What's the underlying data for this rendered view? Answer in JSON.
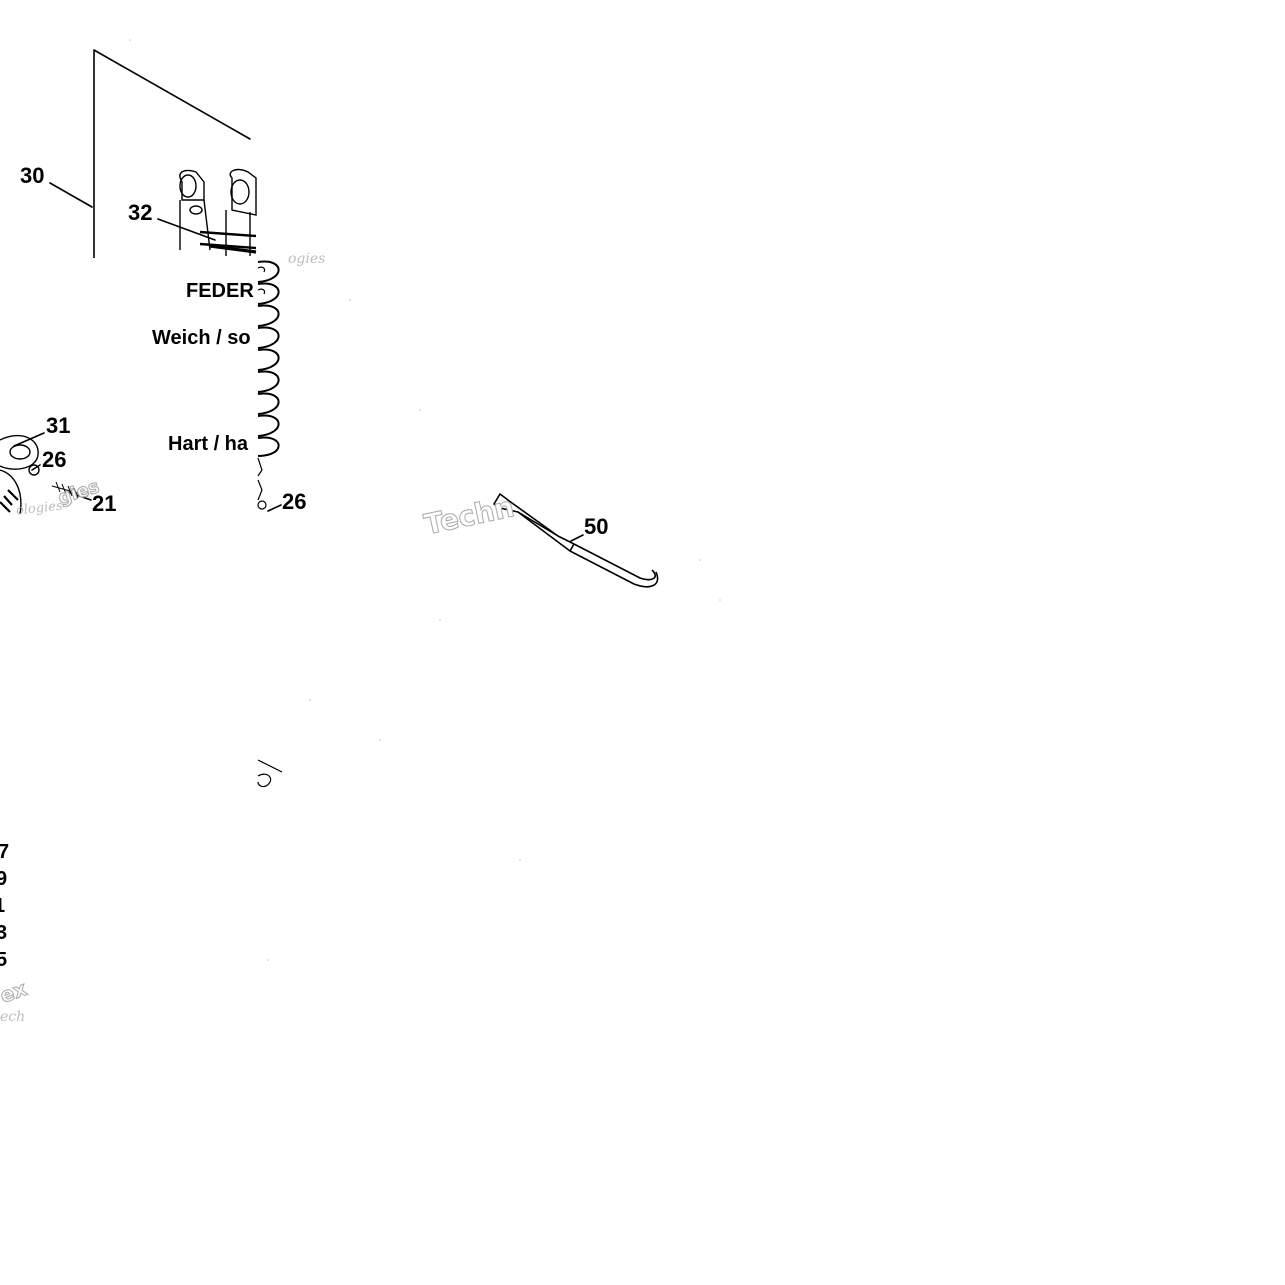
{
  "callouts": {
    "c30": "30",
    "c32": "32",
    "c31": "31",
    "c26a": "26",
    "c21": "21",
    "c26b": "26",
    "c50": "50"
  },
  "spring_table": {
    "heading": "FEDER",
    "soft": "Weich / so",
    "hard": "Hart / ha"
  },
  "partial_numbers": [
    "7",
    "9",
    "1",
    "3",
    "5"
  ],
  "watermarks": {
    "techn": "Techn",
    "ogies": "ogies",
    "ologies": "ologies",
    "gies": "gies",
    "ech": "ech",
    "ex": "ex"
  }
}
